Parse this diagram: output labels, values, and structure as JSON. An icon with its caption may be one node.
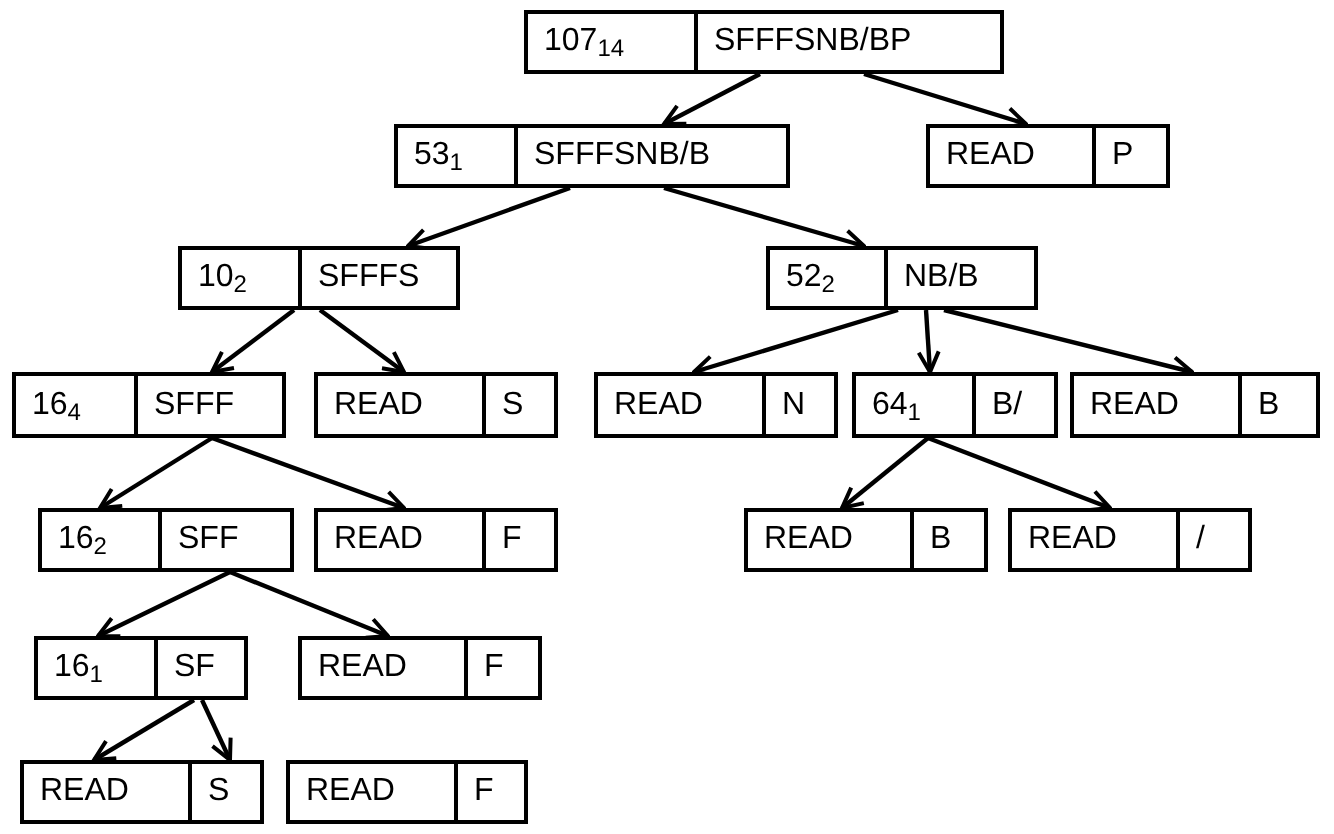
{
  "diagram": {
    "nodes": [
      {
        "text": [
          "107$_{14}$",
          "SFFFSNB/BP"
        ]
      },
      {
        "text": [
          "53$_{1}$",
          "SFFFSNB/B"
        ]
      },
      {
        "text": [
          "READ",
          "P"
        ]
      },
      {
        "text": [
          "10$_{2}$",
          "SFFFS"
        ]
      },
      {
        "text": [
          "52$_{2}$",
          "NB/B"
        ]
      },
      {
        "text": [
          "16$_{4}$",
          "SFFF"
        ]
      },
      {
        "text": [
          "READ",
          "S"
        ]
      },
      {
        "text": [
          "READ",
          "N"
        ]
      },
      {
        "text": [
          "64$_{1}$",
          "B/"
        ]
      },
      {
        "text": [
          "READ",
          "B"
        ]
      },
      {
        "text": [
          "16$_{2}$",
          "SFF"
        ]
      },
      {
        "text": [
          "READ",
          "F"
        ]
      },
      {
        "text": [
          "READ",
          "B"
        ]
      },
      {
        "text": [
          "READ",
          "/"
        ]
      },
      {
        "text": [
          "16$_{1}$",
          "SF"
        ]
      },
      {
        "text": [
          "READ",
          "F"
        ]
      },
      {
        "text": [
          "READ",
          "S"
        ]
      },
      {
        "text": [
          "READ",
          "F"
        ]
      }
    ],
    "edges": [
      {
        "from": 0,
        "to": 1,
        "arrow": "to"
      },
      {
        "from": 0,
        "to": 2,
        "arrow": "to"
      },
      {
        "from": 1,
        "to": 3,
        "arrow": "to"
      },
      {
        "from": 1,
        "to": 4,
        "arrow": "to"
      },
      {
        "from": 3,
        "to": 5,
        "arrow": "to"
      },
      {
        "from": 3,
        "to": 6,
        "arrow": "to"
      },
      {
        "from": 4,
        "to": 7,
        "arrow": "to"
      },
      {
        "from": 4,
        "to": 8,
        "arrow": "to"
      },
      {
        "from": 4,
        "to": 9,
        "arrow": "to"
      },
      {
        "from": 5,
        "to": 10,
        "arrow": "to"
      },
      {
        "from": 5,
        "to": 11,
        "arrow": "to"
      },
      {
        "from": 10,
        "to": 14,
        "arrow": "to"
      },
      {
        "from": 10,
        "to": 15,
        "arrow": "to"
      },
      {
        "from": 14,
        "to": 16,
        "arrow": "to"
      },
      {
        "from": 14,
        "to": 16,
        "arrow": "to"
      },
      {
        "from": 8,
        "to": 12,
        "arrow": "to"
      },
      {
        "from": 8,
        "to": 13,
        "arrow": "to"
      }
    ]
  }
}
